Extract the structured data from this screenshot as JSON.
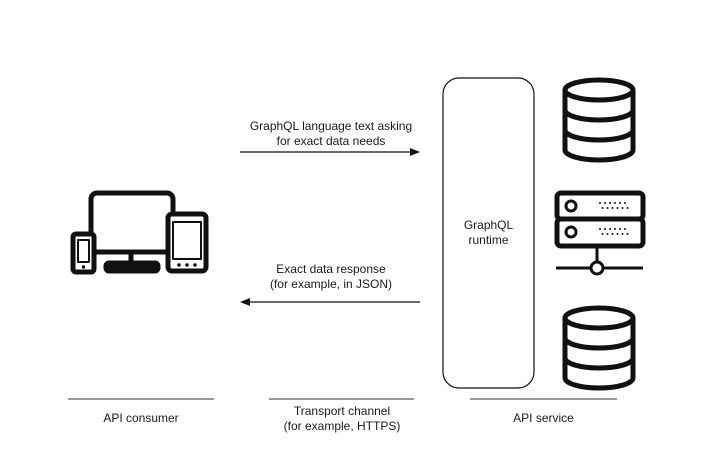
{
  "request": {
    "line1": "GraphQL language text asking",
    "line2": "for exact data needs"
  },
  "response": {
    "line1": "Exact data response",
    "line2": "(for example, in JSON)"
  },
  "runtime": {
    "line1": "GraphQL",
    "line2": "runtime"
  },
  "footer": {
    "consumer": "API consumer",
    "transport_line1": "Transport channel",
    "transport_line2": "(for example, HTTPS)",
    "service": "API service"
  },
  "icons": [
    "devices-icon",
    "database-icon",
    "server-icon",
    "network-icon",
    "database-icon"
  ]
}
